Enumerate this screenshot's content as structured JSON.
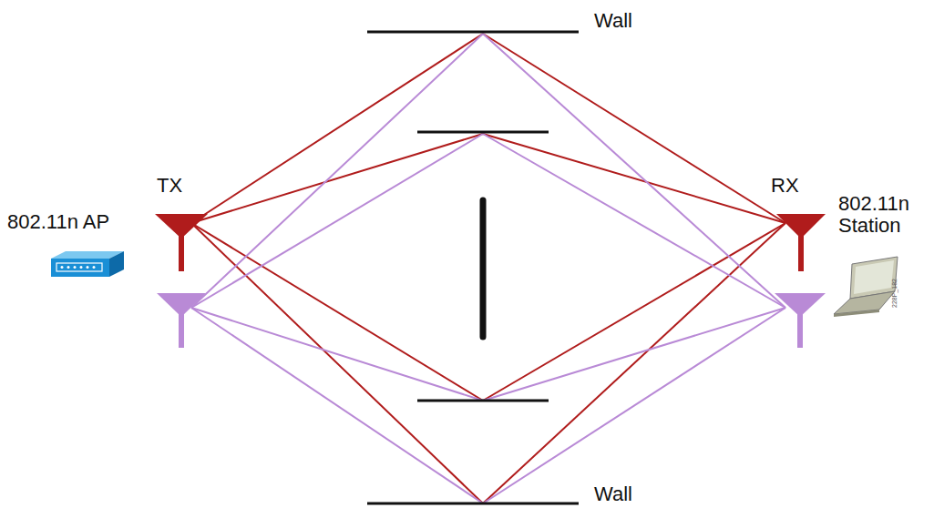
{
  "diagram": {
    "labels": [
      "Wall",
      "Wall",
      "TX",
      "RX",
      "802.11n AP",
      "802.11n Station",
      "228P_182"
    ]
  }
}
